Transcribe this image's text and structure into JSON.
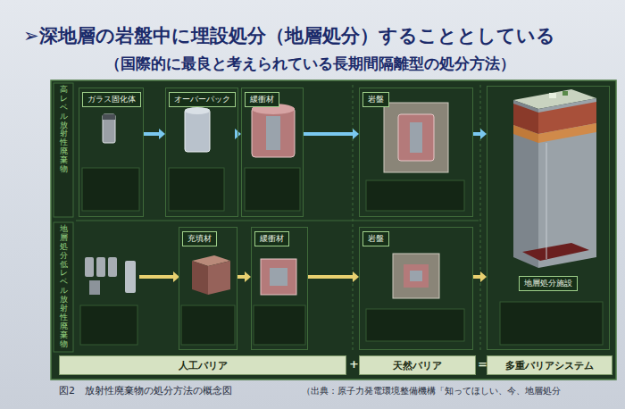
{
  "diagram": {
    "title": "➢深地層の岩盤中に埋設処分（地層処分）することとしている",
    "caption": "図2　放射性廃棄物の処分方法の概念図",
    "nodes": [
      {
        "text": [
          "高レベル放射性廃棄物"
        ]
      },
      {
        "text": [
          "ガラス固化体"
        ]
      },
      {
        "text": [
          "オーバーパック"
        ]
      },
      {
        "text": [
          "緩衝材"
        ]
      },
      {
        "text": [
          "岩盤"
        ]
      },
      {
        "text": [
          "地層処分施設"
        ]
      },
      {
        "text": [
          "地層処分低レベル放射性廃棄物"
        ]
      },
      {
        "text": [
          "充填材"
        ]
      },
      {
        "text": [
          "緩衝材"
        ]
      },
      {
        "text": [
          "岩盤"
        ]
      },
      {
        "text": [
          "人工バリア"
        ]
      },
      {
        "text": [
          "天然バリア"
        ]
      },
      {
        "text": [
          "多重バリアシステム"
        ]
      }
    ],
    "edges": [
      {
        "from": 1,
        "to": 2,
        "arrow": "to"
      },
      {
        "from": 2,
        "to": 3,
        "arrow": "to"
      },
      {
        "from": 3,
        "to": 4,
        "arrow": "to"
      },
      {
        "from": 4,
        "to": 5,
        "arrow": "to"
      },
      {
        "from": 7,
        "to": 8,
        "arrow": "to"
      },
      {
        "from": 8,
        "to": 9,
        "arrow": "to"
      },
      {
        "from": 9,
        "to": 5,
        "arrow": "to"
      }
    ],
    "labels": [
      "（国際的に最良と考えられている長期間隔離型の処分方法）",
      "+",
      "=",
      "（出典：原子力発電環境整備機構「知ってほしい、今、地層処分"
    ]
  }
}
